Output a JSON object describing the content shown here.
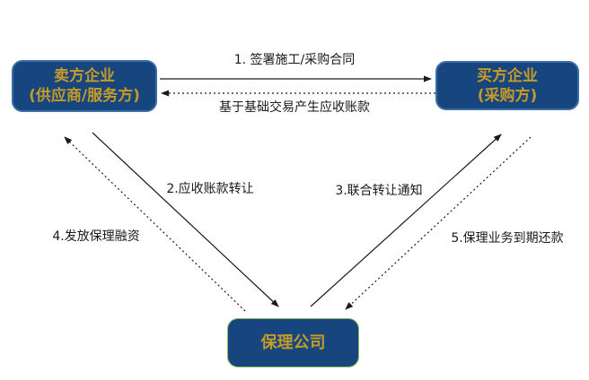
{
  "diagram": {
    "title": "factoring-business-flow",
    "colors": {
      "background": "#ffffff",
      "node_fill": "#17457E",
      "node_border_blue": "#3B6EA5",
      "node_border_green": "#8FBE5F",
      "node_text_gold": "#C59B28",
      "arrow_black": "#1a1a1a"
    },
    "nodes": {
      "seller": {
        "line1": "卖方企业",
        "line2": "(供应商/服务方)"
      },
      "buyer": {
        "line1": "买方企业",
        "line2": "(采购方)"
      },
      "factor": {
        "line1": "保理公司"
      }
    },
    "edges": {
      "contract": {
        "label": "1. 签署施工/采购合同",
        "style": "solid",
        "from": "seller",
        "to": "buyer"
      },
      "receivable": {
        "label": "基于基础交易产生应收账款",
        "style": "dashed",
        "from": "buyer",
        "to": "seller"
      },
      "transfer": {
        "label": "2.应收账款转让",
        "style": "solid",
        "from": "seller",
        "to": "factor"
      },
      "notice": {
        "label": "3.联合转让通知",
        "style": "solid",
        "from": "factor",
        "to": "buyer"
      },
      "financing": {
        "label": "4.发放保理融资",
        "style": "dashed",
        "from": "factor",
        "to": "seller"
      },
      "repayment": {
        "label": "5.保理业务到期还款",
        "style": "dashed",
        "from": "buyer",
        "to": "factor"
      }
    }
  }
}
